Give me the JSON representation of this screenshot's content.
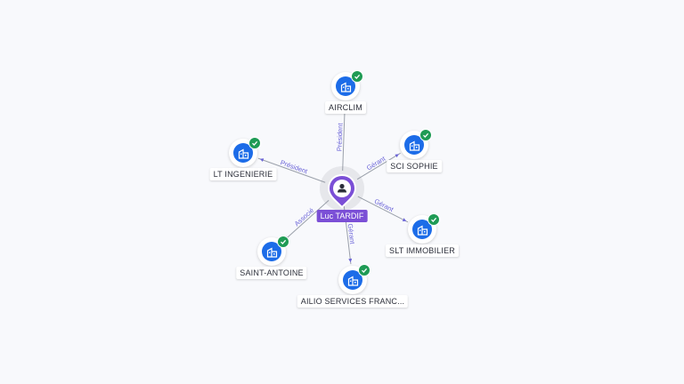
{
  "colors": {
    "company": "#1c6ce8",
    "verified": "#1f9b55",
    "person": "#7b4fd6",
    "edge_label": "#6a63d8"
  },
  "center": {
    "name": "Luc TARDIF",
    "icon": "person-icon"
  },
  "nodes": [
    {
      "id": "airclim",
      "name": "AIRCLIM",
      "role": "Président",
      "icon": "building-icon",
      "verified": true
    },
    {
      "id": "sci-sophie",
      "name": "SCI SOPHIE",
      "role": "Gérant",
      "icon": "building-icon",
      "verified": true
    },
    {
      "id": "slt-immobilier",
      "name": "SLT IMMOBILIER",
      "role": "Gérant",
      "icon": "building-icon",
      "verified": true
    },
    {
      "id": "ailio",
      "name": "AILIO SERVICES FRANC...",
      "role": "Gérant",
      "icon": "building-icon",
      "verified": true
    },
    {
      "id": "saint-antoine",
      "name": "SAINT-ANTOINE",
      "role": "Associé",
      "icon": "building-icon",
      "verified": true
    },
    {
      "id": "lt-ingenierie",
      "name": "LT INGENIERIE",
      "role": "Président",
      "icon": "building-icon",
      "verified": true
    }
  ]
}
